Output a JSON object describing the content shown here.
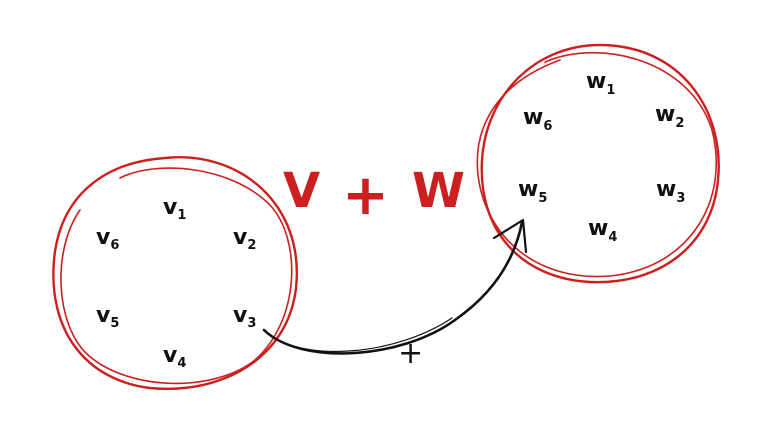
{
  "colors": {
    "accent": "#cc1f1f",
    "ink": "#111111"
  },
  "title": {
    "left": "V",
    "operator": "+",
    "right": "W"
  },
  "set_v": {
    "elements": [
      {
        "base": "v",
        "sub": "1"
      },
      {
        "base": "v",
        "sub": "2"
      },
      {
        "base": "v",
        "sub": "3"
      },
      {
        "base": "v",
        "sub": "4"
      },
      {
        "base": "v",
        "sub": "5"
      },
      {
        "base": "v",
        "sub": "6"
      }
    ]
  },
  "set_w": {
    "elements": [
      {
        "base": "w",
        "sub": "1"
      },
      {
        "base": "w",
        "sub": "2"
      },
      {
        "base": "w",
        "sub": "3"
      },
      {
        "base": "w",
        "sub": "4"
      },
      {
        "base": "w",
        "sub": "5"
      },
      {
        "base": "w",
        "sub": "6"
      }
    ]
  },
  "arrow": {
    "label": "+"
  }
}
